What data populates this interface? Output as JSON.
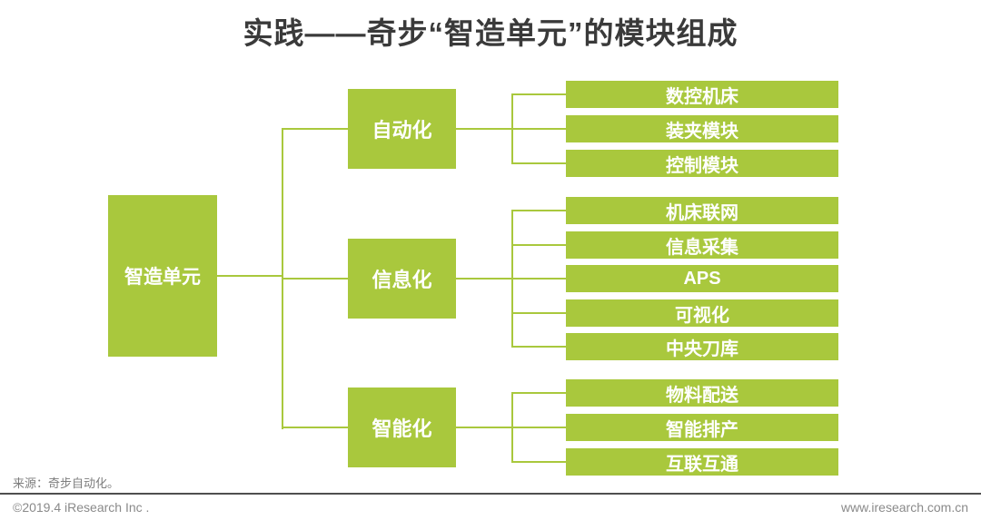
{
  "title": "实践——奇步“智造单元”的模块组成",
  "colors": {
    "node_green": "#a9c83d",
    "title_text": "#3a3a3a",
    "node_text": "#ffffff",
    "footer_text": "#8a8a8a",
    "divider": "#4f4f4f"
  },
  "tree": {
    "root": "智造单元",
    "branches": [
      {
        "label": "自动化",
        "children": [
          "数控机床",
          "装夹模块",
          "控制模块"
        ]
      },
      {
        "label": "信息化",
        "children": [
          "机床联网",
          "信息采集",
          "APS",
          "可视化",
          "中央刀库"
        ]
      },
      {
        "label": "智能化",
        "children": [
          "物料配送",
          "智能排产",
          "互联互通"
        ]
      }
    ]
  },
  "footer": {
    "source": "来源：奇步自动化。",
    "copyright": "©2019.4 iResearch Inc .",
    "website": "www.iresearch.com.cn"
  }
}
